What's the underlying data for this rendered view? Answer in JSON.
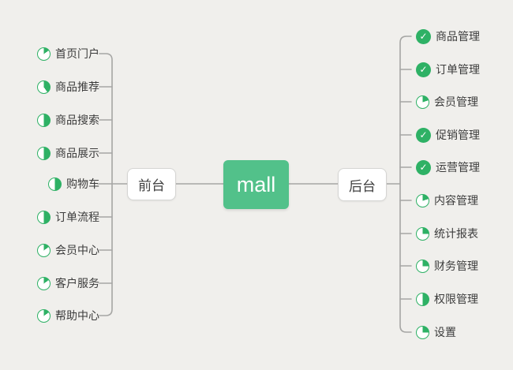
{
  "colors": {
    "background": "#f0efec",
    "line": "#a6a6a4",
    "accent-green": "#2eb165",
    "root-green": "#52c18a",
    "text": "#3c3c3c",
    "node-border": "#d5d5d3",
    "node-text": "#404040"
  },
  "icons": {
    "check": "✓"
  },
  "root": {
    "label": "mall"
  },
  "branches": {
    "left": {
      "label": "前台",
      "items": [
        {
          "label": "首页门户",
          "icon": "pie",
          "percent": 15
        },
        {
          "label": "商品推荐",
          "icon": "pie",
          "percent": 40
        },
        {
          "label": "商品搜索",
          "icon": "pie",
          "percent": 50
        },
        {
          "label": "商品展示",
          "icon": "pie",
          "percent": 50
        },
        {
          "label": "购物车",
          "icon": "pie",
          "percent": 50
        },
        {
          "label": "订单流程",
          "icon": "pie",
          "percent": 50
        },
        {
          "label": "会员中心",
          "icon": "pie",
          "percent": 15
        },
        {
          "label": "客户服务",
          "icon": "pie",
          "percent": 15
        },
        {
          "label": "帮助中心",
          "icon": "pie",
          "percent": 15
        }
      ]
    },
    "right": {
      "label": "后台",
      "items": [
        {
          "label": "商品管理",
          "icon": "check"
        },
        {
          "label": "订单管理",
          "icon": "check"
        },
        {
          "label": "会员管理",
          "icon": "pie",
          "percent": 20
        },
        {
          "label": "促销管理",
          "icon": "check"
        },
        {
          "label": "运营管理",
          "icon": "check"
        },
        {
          "label": "内容管理",
          "icon": "pie",
          "percent": 20
        },
        {
          "label": "统计报表",
          "icon": "pie",
          "percent": 25
        },
        {
          "label": "财务管理",
          "icon": "pie",
          "percent": 25
        },
        {
          "label": "权限管理",
          "icon": "pie",
          "percent": 50
        },
        {
          "label": "设置",
          "icon": "pie",
          "percent": 25
        }
      ]
    }
  }
}
